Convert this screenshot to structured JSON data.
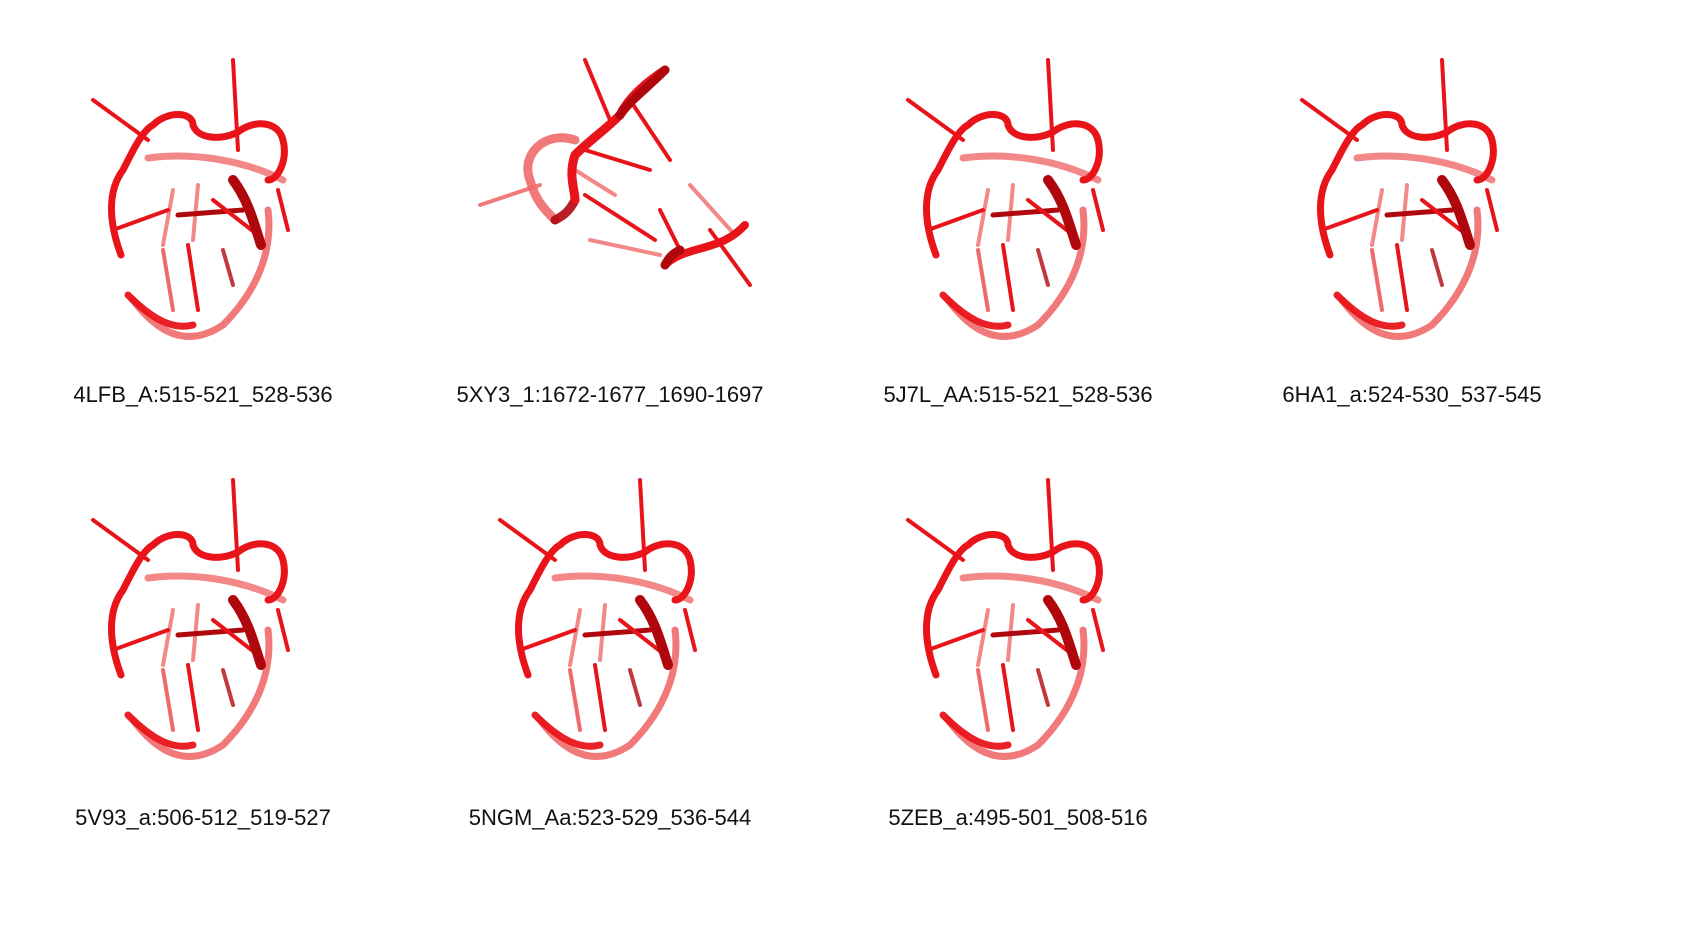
{
  "colors": {
    "background": "#ffffff",
    "ribbon": "#e8141a",
    "ribbon_dark": "#b0070d",
    "ribbon_light": "#ef6a6a",
    "label_text": "#111111"
  },
  "structures": [
    {
      "label": "4LFB_A:515-521_528-536",
      "variant": "loop"
    },
    {
      "label": "5XY3_1:1672-1677_1690-1697",
      "variant": "open"
    },
    {
      "label": "5J7L_AA:515-521_528-536",
      "variant": "loop"
    },
    {
      "label": "6HA1_a:524-530_537-545",
      "variant": "loop"
    },
    {
      "label": "5V93_a:506-512_519-527",
      "variant": "loop"
    },
    {
      "label": "5NGM_Aa:523-529_536-544",
      "variant": "loop"
    },
    {
      "label": "5ZEB_a:495-501_508-516",
      "variant": "loop"
    }
  ]
}
